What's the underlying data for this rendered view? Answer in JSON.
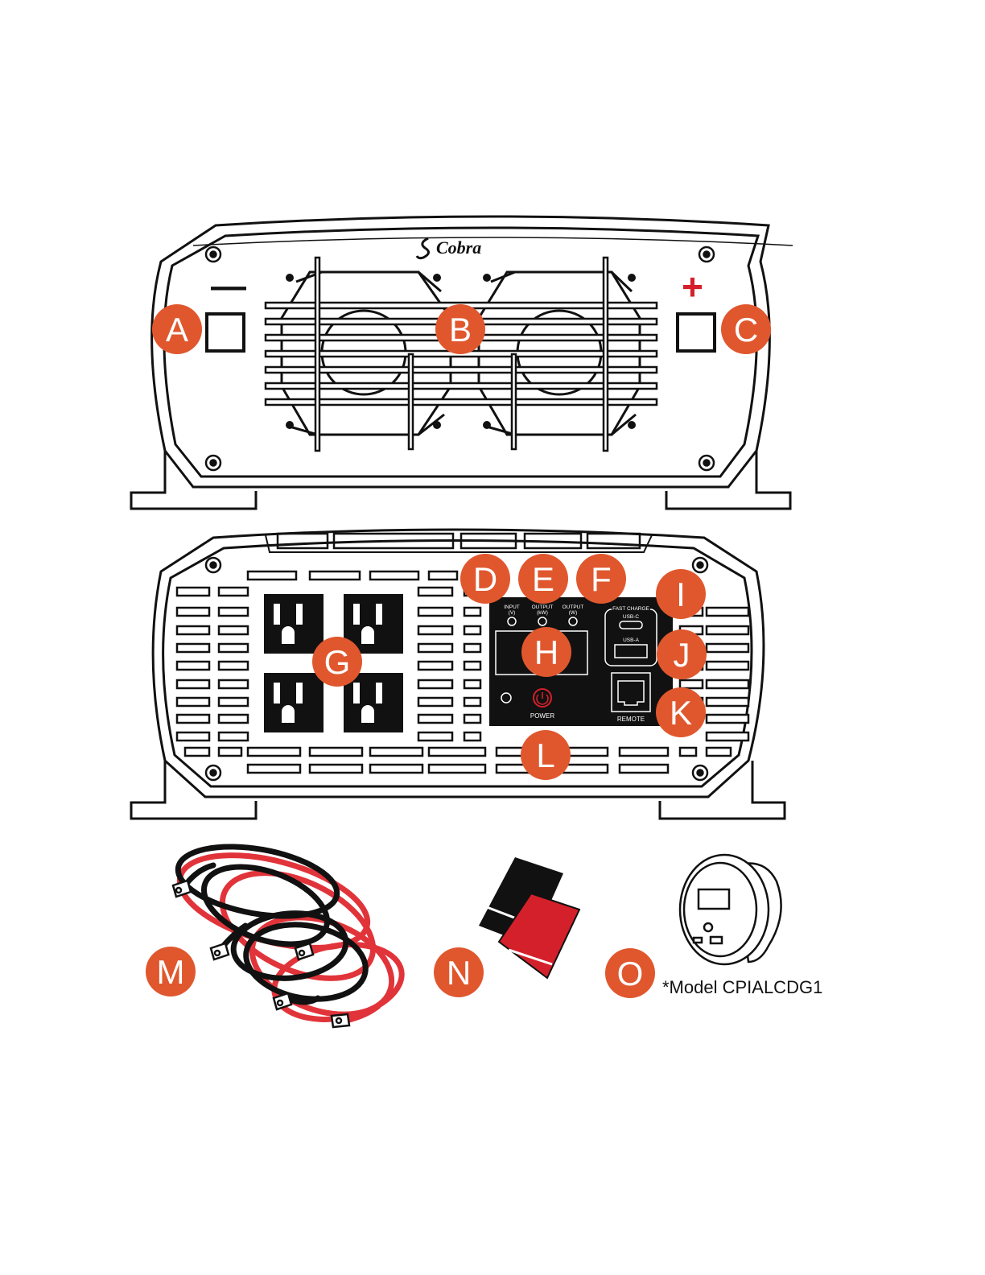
{
  "front_panel": {
    "brand": "Cobra",
    "negative_symbol": "—",
    "positive_symbol": "+"
  },
  "rear_panel": {
    "label_input": "INPUT",
    "label_input_unit": "(V)",
    "label_output_kw": "OUTPUT",
    "label_output_kw_unit": "(kW)",
    "label_output_w": "OUTPUT",
    "label_output_w_unit": "(W)",
    "label_fast_charge": "FAST CHARGE",
    "label_usb_c": "USB-C",
    "label_usb_a": "USB-A",
    "label_power": "POWER",
    "label_remote": "REMOTE"
  },
  "callouts": [
    {
      "letter": "A"
    },
    {
      "letter": "B"
    },
    {
      "letter": "C"
    },
    {
      "letter": "D"
    },
    {
      "letter": "E"
    },
    {
      "letter": "F"
    },
    {
      "letter": "G"
    },
    {
      "letter": "H"
    },
    {
      "letter": "I"
    },
    {
      "letter": "J"
    },
    {
      "letter": "K"
    },
    {
      "letter": "L"
    },
    {
      "letter": "M"
    },
    {
      "letter": "N"
    },
    {
      "letter": "O"
    }
  ],
  "accessories": {
    "model_note": "*Model CPIALCDG1"
  },
  "colors": {
    "callout": "#e0572e",
    "positive": "#d4202a",
    "cable_red": "#e1343a",
    "line": "#111111",
    "panel": "#111111"
  }
}
